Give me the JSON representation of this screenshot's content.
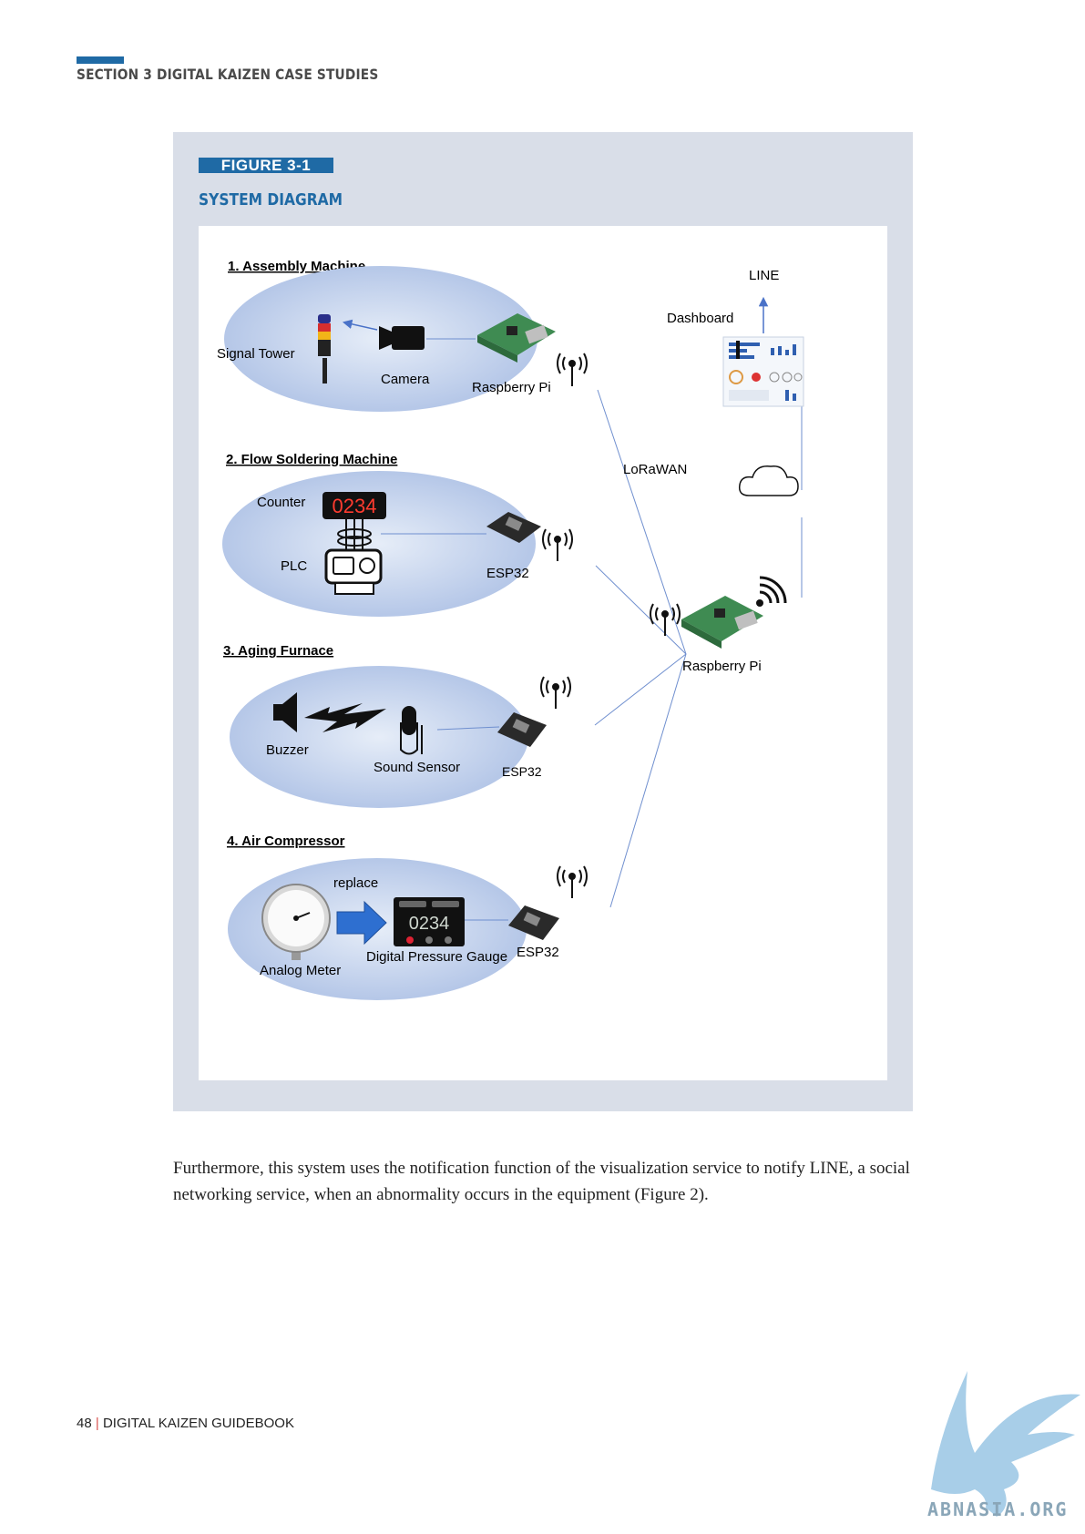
{
  "header": {
    "section_title": "SECTION 3  DIGITAL KAIZEN CASE STUDIES"
  },
  "figure": {
    "label": "FIGURE 3-1",
    "title": "SYSTEM DIAGRAM",
    "sections": [
      {
        "heading": "1. Assembly Machine",
        "items": [
          "Signal Tower",
          "Camera",
          "Raspberry Pi"
        ]
      },
      {
        "heading": "2. Flow Soldering Machine",
        "items": [
          "Counter",
          "PLC",
          "ESP32"
        ],
        "counter_display": "0234"
      },
      {
        "heading": "3. Aging Furnace",
        "items": [
          "Buzzer",
          "Sound Sensor",
          "ESP32"
        ]
      },
      {
        "heading": "4. Air Compressor",
        "items": [
          "replace",
          "Analog Meter",
          "Digital Pressure Gauge",
          "ESP32"
        ],
        "gauge_display": "0234"
      }
    ],
    "network": {
      "lorawan_label": "LoRaWAN",
      "gateway_label": "Raspberry Pi",
      "dashboard_label": "Dashboard",
      "line_label": "LINE"
    },
    "colors": {
      "ellipse": "#b7c8e8",
      "link_line": "#6f8fcf",
      "accent": "#1f6aa5"
    }
  },
  "body": {
    "paragraph": "Furthermore, this system uses the notification function of the visualization service to notify LINE, a social networking service, when an abnormality occurs in the equipment (Figure 2)."
  },
  "footer": {
    "page_number": "48",
    "separator": "|",
    "book_title": "DIGITAL KAIZEN GUIDEBOOK"
  },
  "watermark": {
    "text": "ABNASIA.ORG"
  }
}
